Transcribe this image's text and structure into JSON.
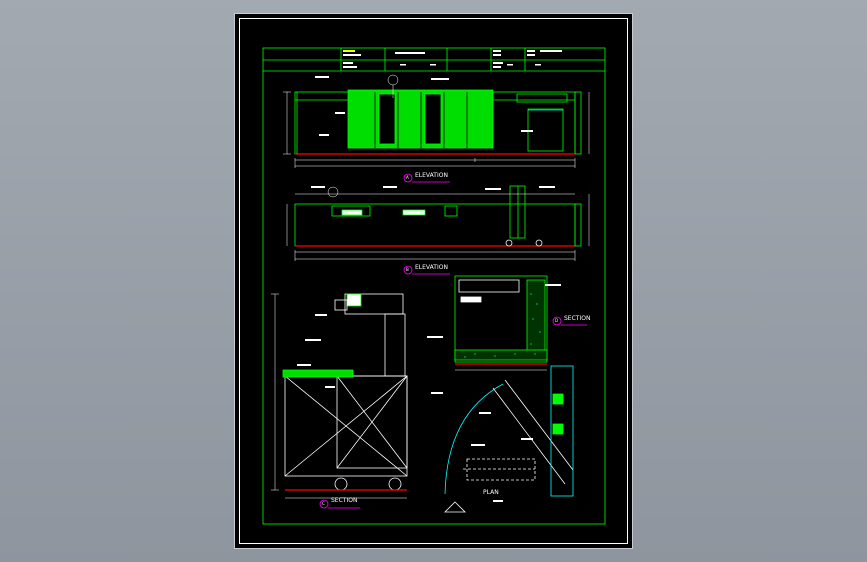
{
  "drawing": {
    "titles": {
      "elevation_a": "ELEVATION",
      "elevation_b": "ELEVATION",
      "section_d": "SECTION",
      "section_c": "SECTION",
      "plan": "PLAN"
    },
    "markers": {
      "a": "A",
      "b": "B",
      "d": "D",
      "c": "C"
    },
    "colors": {
      "sheet": "#000000",
      "line": "#00ff00",
      "dim": "#ffffff",
      "accent": "#ff0000",
      "marker": "#ff00ff",
      "hatch": "#00ffff"
    }
  }
}
